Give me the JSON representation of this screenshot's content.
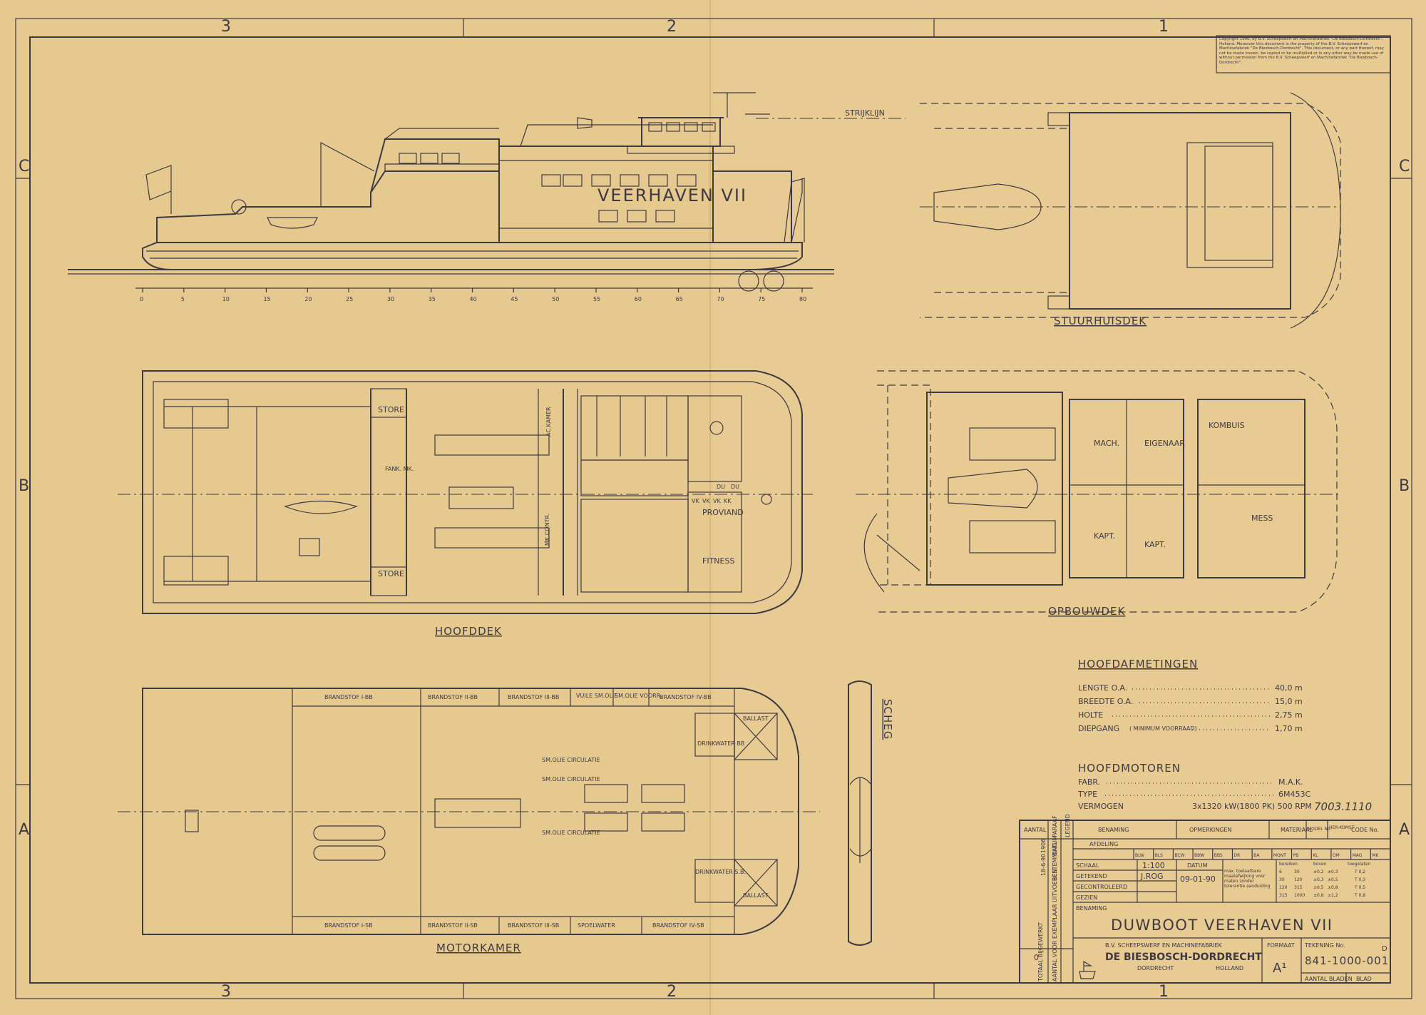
{
  "grid": {
    "columns_top": [
      "3",
      "2",
      "1"
    ],
    "columns_bottom": [
      "3",
      "2",
      "1"
    ],
    "rows_left": [
      "C",
      "B",
      "A"
    ],
    "rows_right": [
      "C",
      "B",
      "A"
    ]
  },
  "copyright": "Copyright 1990, by B.V. Scheepswerf en Machinefabriek \"De Biesbosch-Dordrecht\", Holland. Moreover this document is the property of the B.V. Scheepswerf en Machinefabriek \"De Biesbosch-Dordrecht\". This document, or any part thereof, may not be made known, be copied or be multiplied or in any other way be made use of without permission from the B.V. Scheepswerf en Machinefabriek \"De Biesbosch-Dordrecht\".",
  "side_view": {
    "ship_name": "VEERHAVEN VII",
    "strijklijn": "STRIJKLIJN",
    "frame_numbers": [
      "0",
      "5",
      "10",
      "15",
      "20",
      "25",
      "30",
      "35",
      "40",
      "45",
      "50",
      "55",
      "60",
      "65",
      "70",
      "75",
      "80"
    ]
  },
  "views": {
    "stuurhuisdek": "STUURHUISDEK",
    "hoofddek": "HOOFDDEK",
    "opbouwdek": "OPBOUWDEK",
    "motorkamer": "MOTORKAMER",
    "scheg": "SCHEG"
  },
  "hoofddek_rooms": [
    "STORE",
    "FANK. MK.",
    "STORE",
    "AC.KAMER",
    "MK.CONTR.",
    "PROVIAND",
    "FITNESS",
    "DU",
    "DU",
    "VK",
    "VK",
    "VK",
    "KK"
  ],
  "opbouwdek_rooms": [
    "MACH.",
    "EIGENAAR",
    "KOMBUIS",
    "KAPT.",
    "KAPT.",
    "MESS"
  ],
  "motorkamer_tanks": [
    "BRANDSTOF I-BB",
    "BRANDSTOF II-BB",
    "BRANDSTOF III-BB",
    "VUILE SM.OLIE",
    "SM.OLIE VOORR.",
    "BRANDSTOF IV-BB",
    "BALLAST",
    "DRINKWATER BB",
    "SM.OLIE CIRCULATIE",
    "SM.OLIE CIRCULATIE",
    "SM.OLIE CIRCULATIE",
    "DRINKWATER S.B.",
    "BALLAST",
    "BRANDSTOF I-SB",
    "BRANDSTOF II-SB",
    "BRANDSTOF III-SB",
    "SPOELWATER",
    "BRANDSTOF IV-SB"
  ],
  "hoofdafmetingen": {
    "heading": "HOOFDAFMETINGEN",
    "rows": [
      {
        "label": "LENGTE O.A.",
        "value": "40,0 m"
      },
      {
        "label": "BREEDTE O.A.",
        "value": "15,0 m"
      },
      {
        "label": "HOLTE",
        "value": "2,75 m"
      },
      {
        "label": "DIEPGANG",
        "note": "( MINIMUM VOORRAAD)",
        "value": "1,70 m"
      }
    ]
  },
  "hoofdmotoren": {
    "heading": "HOOFDMOTOREN",
    "rows": [
      {
        "label": "FABR.",
        "value": "M.A.K."
      },
      {
        "label": "TYPE",
        "value": "6M453C"
      },
      {
        "label": "VERMOGEN",
        "value": "3x1320 kW(1800 PK) 500 RPM"
      }
    ]
  },
  "handwritten_ref": "7003.1110",
  "title_block": {
    "header": {
      "aantal": "AANTAL",
      "benaming": "BENAMING",
      "opmerkingen": "OPMERKINGEN",
      "materiaal": "MATERIAAL",
      "model": "MODEL No.",
      "herkomst": "HER-KOMST",
      "code": "CODE No."
    },
    "afdeling": "AFDELING",
    "afdeling_cols": [
      "BLW",
      "BLS",
      "BCW",
      "BBW",
      "BBS",
      "DR",
      "BA",
      "MONT",
      "PB",
      "KL",
      "OM",
      "MAG",
      "MK"
    ],
    "schaal_label": "SCHAAL",
    "schaal": "1:100",
    "datum_label": "DATUM",
    "getekend_label": "GETEKEND",
    "getekend": "J.ROG",
    "datum": "09-01-90",
    "gecontroleerd": "GECONTROLEERD",
    "gezien": "GEZIEN",
    "benaming_label": "BENAMING",
    "tolerance_note": "max. toelaatbare maatafwijking voor maten zonder tolerantie aanduiding",
    "tolerance_headers": [
      "bereiken",
      "boven",
      "toegelaten"
    ],
    "tolerance_rows": [
      [
        "6",
        "30",
        "±0,2",
        "±0,3",
        "T 0,2"
      ],
      [
        "30",
        "120",
        "±0,3",
        "±0,5",
        "T 0,3"
      ],
      [
        "120",
        "315",
        "±0,5",
        "±0,8",
        "T 0,5"
      ],
      [
        "315",
        "1000",
        "±0,8",
        "±1,2",
        "T 0,8"
      ]
    ],
    "title": "DUWBOOT VEERHAVEN VII",
    "company_line1": "B.V. SCHEEPSWERF EN MACHINEFABRIEK",
    "company_name": "DE BIESBOSCH-DORDRECHT",
    "company_city": "DORDRECHT",
    "company_country": "HOLLAND",
    "formaat_label": "FORMAAT",
    "formaat": "A¹",
    "tekening_label": "TEKENING No.",
    "tekening_no": "841-1000-001",
    "tekening_suffix": "D",
    "aantal_bladen": "AANTAL BLADEN",
    "blad": "BLAD",
    "rev_col_labels": [
      "TOTAAL BIJGEWERKT",
      "AANTAL VOOR EXEMPLAAR UITVOEREN",
      "BESTEMMING",
      "DATUM",
      "PARAAF",
      "LEGEND"
    ],
    "rev_entries": [
      "0",
      "18-6-90",
      "1906"
    ]
  },
  "colors": {
    "paper": "#e6c98f",
    "ink": "#3e3a44"
  }
}
